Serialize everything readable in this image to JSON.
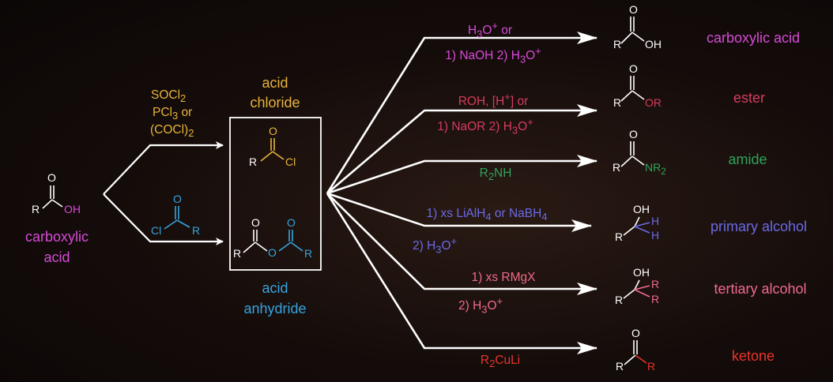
{
  "colors": {
    "magenta": "#d84ad8",
    "yellow": "#e8b33c",
    "cyan": "#35a4e0",
    "red_ester": "#d63b5e",
    "green": "#2fa45a",
    "purple": "#6a6ae6",
    "pink": "#f06a8a",
    "red": "#e8342a",
    "white": "#ffffff"
  },
  "start": {
    "line1": "carboxylic",
    "line2": "acid",
    "atom_r": "R",
    "atom_o": "O",
    "atom_oh": "OH"
  },
  "upper_reagent": {
    "line1_main": "SOCl",
    "line1_sub": "2",
    "line2_main": "PCl",
    "line2_sub": "3",
    "line2_tail": " or",
    "line3_main": "(COCl)",
    "line3_sub": "2"
  },
  "lower_reagent": {
    "atom_cl": "Cl",
    "atom_o": "O",
    "atom_r": "R"
  },
  "middle": {
    "top_label1": "acid",
    "top_label2": "chloride",
    "bottom_label1": "acid",
    "bottom_label2": "anhydride",
    "chloride_atoms": {
      "r": "R",
      "o": "O",
      "cl": "Cl"
    },
    "anhydride_atoms": {
      "r1": "R",
      "o1": "O",
      "o_bridge": "O",
      "o2": "O",
      "r2": "R"
    }
  },
  "reactions": [
    {
      "product": "carboxylic acid",
      "reagent1": {
        "a": "H",
        "a_sub": "3",
        "b": "O",
        "b_sup": "+",
        "c": " or"
      },
      "reagent2": {
        "a": "1) NaOH 2) H",
        "a_sub": "3",
        "b": "O",
        "b_sup": "+"
      },
      "atoms": {
        "r": "R",
        "o": "O",
        "x": "OH"
      }
    },
    {
      "product": "ester",
      "reagent1": {
        "a": "ROH, [H",
        "a_sup": "+",
        "b": "] or"
      },
      "reagent2": {
        "a": "1) NaOR 2) H",
        "a_sub": "3",
        "b": "O",
        "b_sup": "+"
      },
      "atoms": {
        "r": "R",
        "o": "O",
        "x": "OR"
      }
    },
    {
      "product": "amide",
      "reagent1": {
        "a": "R",
        "a_sub": "2",
        "b": "NH"
      },
      "atoms": {
        "r": "R",
        "o": "O",
        "x": "NR",
        "x_sub": "2"
      }
    },
    {
      "product": "primary alcohol",
      "reagent1": {
        "a": "1) xs LiAlH",
        "a_sub": "4",
        "b": " or NaBH",
        "b_sub": "4"
      },
      "reagent2": {
        "a": "2) H",
        "a_sub": "3",
        "b": "O",
        "b_sup": "+"
      },
      "atoms": {
        "r": "R",
        "oh": "OH",
        "h1": "H",
        "h2": "H"
      }
    },
    {
      "product": "tertiary alcohol",
      "reagent1": {
        "a": "1) xs RMgX"
      },
      "reagent2": {
        "a": "2) H",
        "a_sub": "3",
        "b": "O",
        "b_sup": "+"
      },
      "atoms": {
        "r": "R",
        "oh": "OH",
        "r1": "R",
        "r2": "R"
      }
    },
    {
      "product": "ketone",
      "reagent1": {
        "a": "R",
        "a_sub": "2",
        "b": "CuLi"
      },
      "atoms": {
        "r": "R",
        "o": "O",
        "x": "R"
      }
    }
  ]
}
